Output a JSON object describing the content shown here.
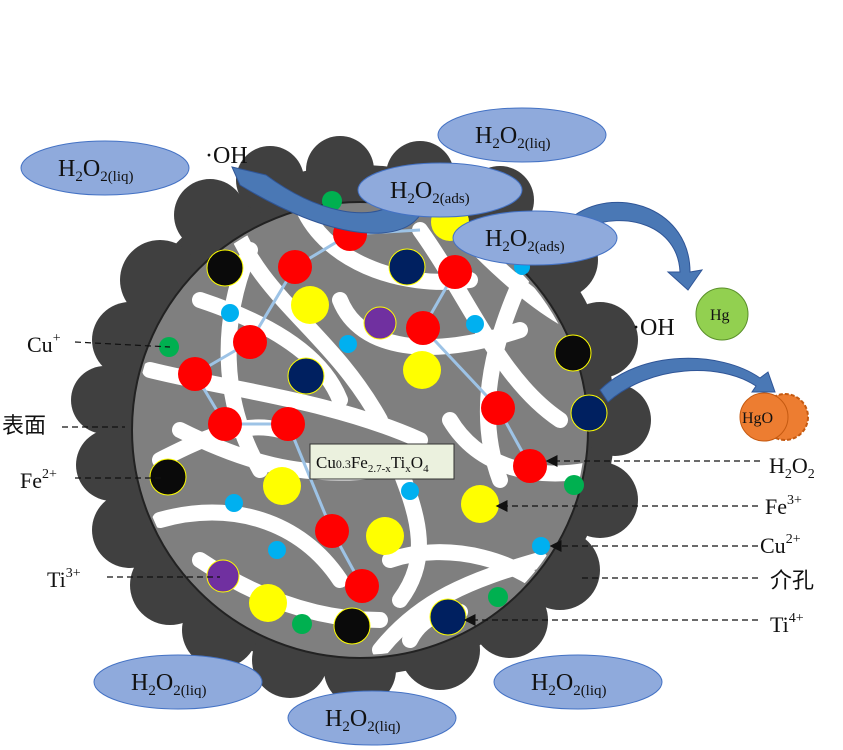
{
  "oh_label": "·OH",
  "h2o2_liq": {
    "main": "H",
    "sub1": "2",
    "mid": "O",
    "sub2": "2(liq)"
  },
  "h2o2_ads": {
    "main": "H",
    "sub1": "2",
    "mid": "O",
    "sub2": "2(ads)"
  },
  "hg": "Hg",
  "hgo": "HgO",
  "core": {
    "p1": "Cu",
    "s1": "0.3",
    "p2": "Fe",
    "s2": "2.7-x",
    "p3": "Ti",
    "s3": "x",
    "p4": "O",
    "s4": "4"
  },
  "left_labels": [
    {
      "base": "Cu",
      "sup": "+"
    },
    {
      "base": "表面",
      "sup": ""
    },
    {
      "base": "Fe",
      "sup": "2+"
    },
    {
      "base": "Ti",
      "sup": "3+"
    }
  ],
  "right_labels": [
    {
      "base": "H",
      "sub": "2",
      "base2": "O",
      "sub2": "2",
      "sup": ""
    },
    {
      "base": "Fe",
      "sup": "3+"
    },
    {
      "base": "Cu",
      "sup": "2+"
    },
    {
      "base": "介孔",
      "sup": ""
    },
    {
      "base": "Ti",
      "sup": "4+"
    }
  ],
  "colors": {
    "ellipse_fill": "#8faadc",
    "ellipse_stroke": "#4472c4",
    "shell": "#404040",
    "core": "#7f7f7f",
    "fe3": "#ff0000",
    "fe2": "#0a0a0a",
    "cu2": "#00b0f0",
    "cu1": "#00b050",
    "ti3": "#7030a0",
    "ti4": "#002060",
    "yellow": "#ffff00",
    "arrow": "#4a78b5",
    "hg": "#92d050",
    "hgo": "#ed7d31"
  }
}
